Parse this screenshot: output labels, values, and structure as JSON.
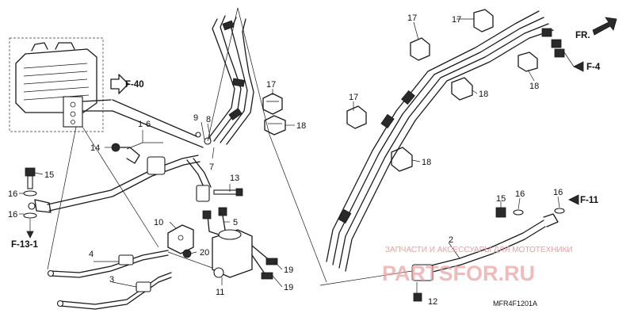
{
  "diagram": {
    "callouts": {
      "c1": "1",
      "c2": "2",
      "c3": "3",
      "c4": "4",
      "c5": "5",
      "c6": "6",
      "c7": "7",
      "c8": "8",
      "c9": "9",
      "c10": "10",
      "c11": "11",
      "c12": "12",
      "c13": "13",
      "c14": "14",
      "c15": "15",
      "c16a": "16",
      "c16b": "16",
      "c16c": "16",
      "c16d": "16",
      "c17a": "17",
      "c17b": "17",
      "c17c": "17",
      "c17d": "17",
      "c18a": "18",
      "c18b": "18",
      "c18c": "18",
      "c18d": "18",
      "c19a": "19",
      "c19b": "19",
      "c20": "20"
    },
    "refs": {
      "f40": "F-40",
      "f13": "F-13-1",
      "f4": "F-4",
      "f11": "F-11",
      "fr": "FR."
    },
    "part_code": "MFR4F1201A"
  },
  "watermark": {
    "caption": "ЗАПЧАСТИ И АКСЕССУАРЫ ДЛЯ МОТОТЕХНИКИ",
    "logo_text": "PARTSFOR.RU"
  }
}
